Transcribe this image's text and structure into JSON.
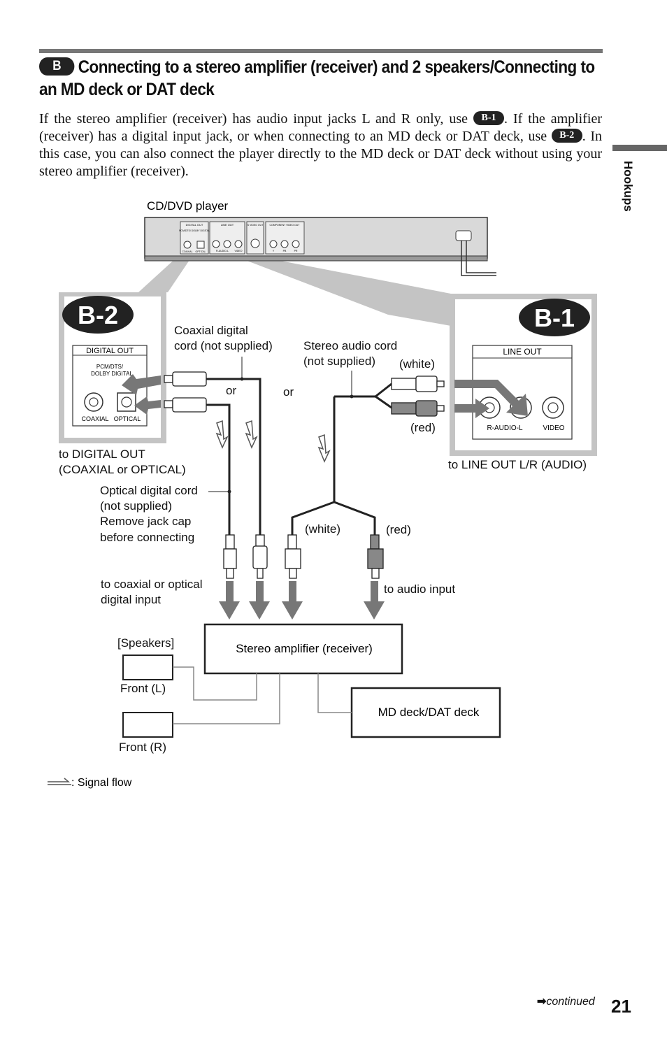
{
  "heading": {
    "badge": "B",
    "text": "Connecting to a stereo amplifier (receiver) and 2 speakers/Connecting to an MD deck or DAT deck"
  },
  "intro": {
    "part1": "If the stereo amplifier (receiver) has audio input jacks L and R only, use",
    "badge1": "B-1",
    "part2": ". If the amplifier (receiver) has a digital input jack, or when connecting to an MD deck or DAT deck, use",
    "badge2": "B-2",
    "part3": ". In this case, you can also connect the player directly to the MD deck or DAT deck without using your stereo amplifier (receiver)."
  },
  "side_tab": "Hookups",
  "diagram": {
    "player_label": "CD/DVD player",
    "player_panel": {
      "digital_out": "DIGITAL OUT",
      "pcm_small": "PCM/DTS/ DOLBY DIGITAL",
      "coaxial_small": "COAXIAL",
      "optical_small": "OPTICAL",
      "line_out": "LINE OUT",
      "raudiol_small": "R-AUDIO-L",
      "video_small": "VIDEO",
      "svideo_out": "S VIDEO OUT",
      "component_out": "COMPONENT VIDEO OUT",
      "y": "Y",
      "pb": "PB",
      "pr": "PR"
    },
    "b2": {
      "badge": "B-2",
      "digital_out": "DIGITAL OUT",
      "pcm_line1": "PCM/DTS/",
      "pcm_line2": "DOLBY DIGITAL",
      "coaxial": "COAXIAL",
      "optical": "OPTICAL"
    },
    "b1": {
      "badge": "B-1",
      "line_out": "LINE OUT",
      "raudiol": "R-AUDIO-L",
      "video": "VIDEO"
    },
    "coax_cord_line1": "Coaxial digital",
    "coax_cord_line2": "cord (not supplied)",
    "stereo_cord_line1": "Stereo audio cord",
    "stereo_cord_line2": "(not supplied)",
    "white_top": "(white)",
    "red_top": "(red)",
    "or1": "or",
    "or2": "or",
    "to_digital_out_line1": "to DIGITAL OUT",
    "to_digital_out_line2": "(COAXIAL or OPTICAL)",
    "to_line_out": "to LINE OUT L/R (AUDIO)",
    "optical_cord_line1": "Optical digital cord",
    "optical_cord_line2": "(not supplied)",
    "optical_cord_line3": "Remove jack cap",
    "optical_cord_line4": "before connecting",
    "white_bottom": "(white)",
    "red_bottom": "(red)",
    "to_coax_optical_line1": "to coaxial or optical",
    "to_coax_optical_line2": "digital input",
    "to_audio_input": "to audio input",
    "speakers": "[Speakers]",
    "amplifier": "Stereo amplifier (receiver)",
    "front_l": "Front (L)",
    "front_r": "Front (R)",
    "md_deck": "MD deck/DAT deck",
    "signal_flow": ": Signal flow"
  },
  "footer": {
    "continued": "continued",
    "page_number": "21"
  }
}
